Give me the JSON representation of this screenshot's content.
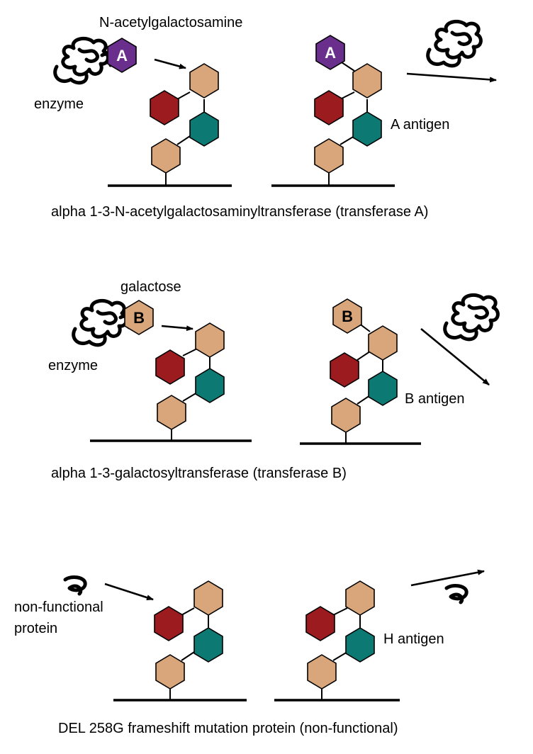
{
  "colors": {
    "tan": "#D9A57A",
    "red": "#9B1B1F",
    "teal": "#0C7A73",
    "purple": "#6A2E8C",
    "outline": "#000000",
    "background": "#FFFFFF"
  },
  "panels": [
    {
      "sugar_label": "N-acetylgalactosamine",
      "sugar_letter": "A",
      "enzyme_label": "enzyme",
      "product_label": "A antigen",
      "caption": "alpha 1-3-N-acetylgalactosaminyltransferase (transferase A)"
    },
    {
      "sugar_label": "galactose",
      "sugar_letter": "B",
      "enzyme_label": "enzyme",
      "product_label": "B antigen",
      "caption": "alpha 1-3-galactosyltransferase (transferase B)"
    },
    {
      "enzyme_label_line1": "non-functional",
      "enzyme_label_line2": "protein",
      "product_label": "H antigen",
      "caption": "DEL 258G frameshift mutation protein (non-functional)"
    }
  ]
}
